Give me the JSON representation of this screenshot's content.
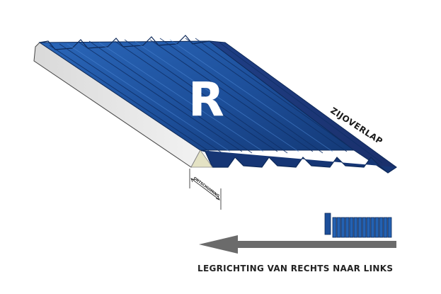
{
  "panel": {
    "letter": "R",
    "side_overlap_label": "ZIJOVERLAP",
    "trim_label": "ONTSCHUIMING"
  },
  "direction": {
    "label": "LEGRICHTING VAN RECHTS NAAR LINKS"
  },
  "colors": {
    "panel_blue": "#1d4f9a",
    "panel_dark": "#17336f",
    "core_foam": "#e8e6d0",
    "arrow_gray": "#6b6b6b"
  }
}
